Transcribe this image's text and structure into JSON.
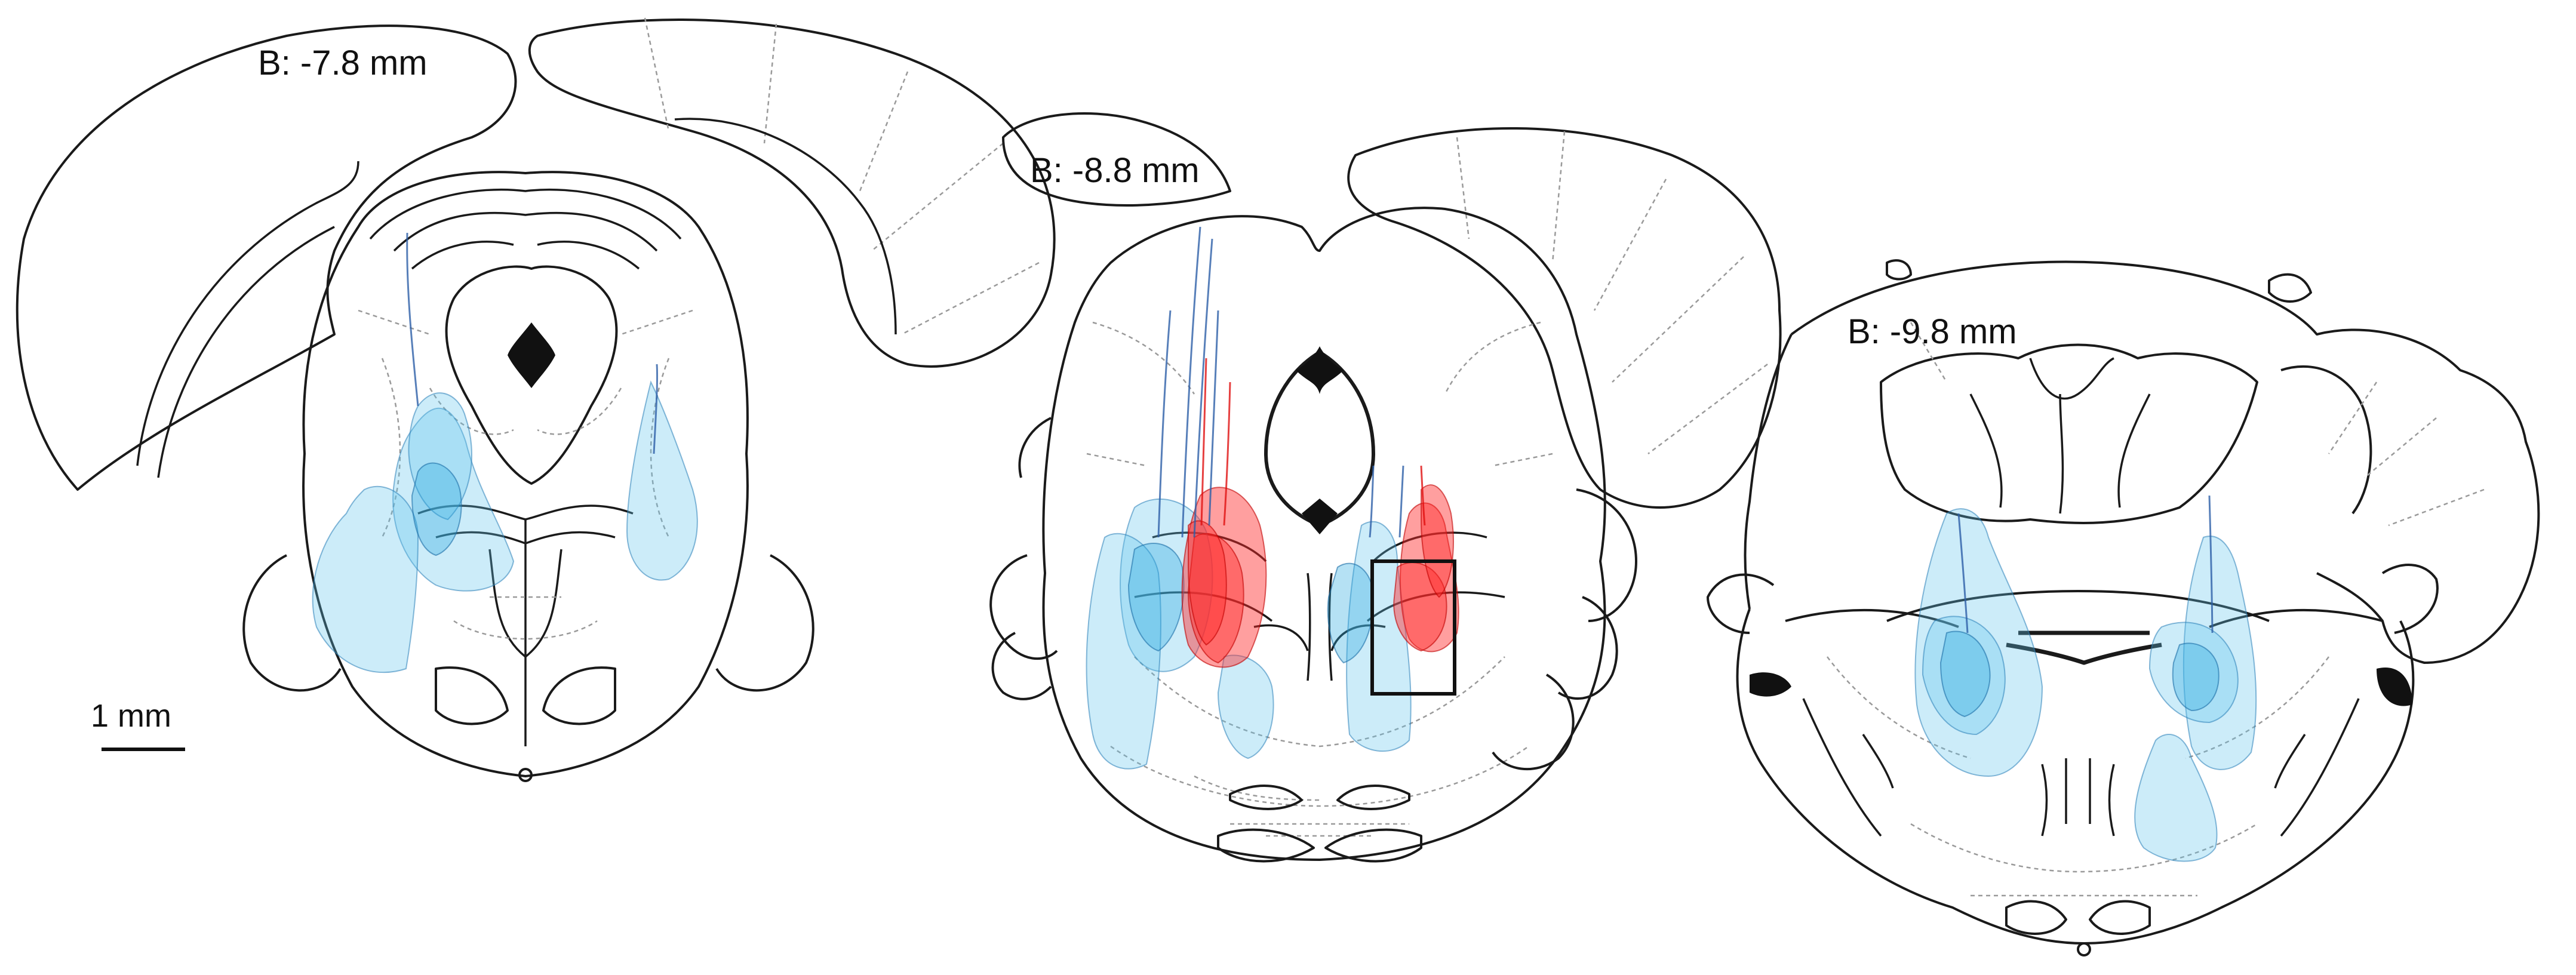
{
  "panels": [
    {
      "id": "section-1",
      "label": "B: -7.8 mm"
    },
    {
      "id": "section-2",
      "label": "B: -8.8 mm"
    },
    {
      "id": "section-3",
      "label": "B: -9.8 mm"
    }
  ],
  "scale_bar": {
    "label": "1 mm"
  },
  "colors": {
    "blue_injection": "#5fc3ec",
    "red_injection": "#ff2a2a",
    "outline": "#1a1a1a",
    "atlas_dashed": "#9a9a9a"
  }
}
